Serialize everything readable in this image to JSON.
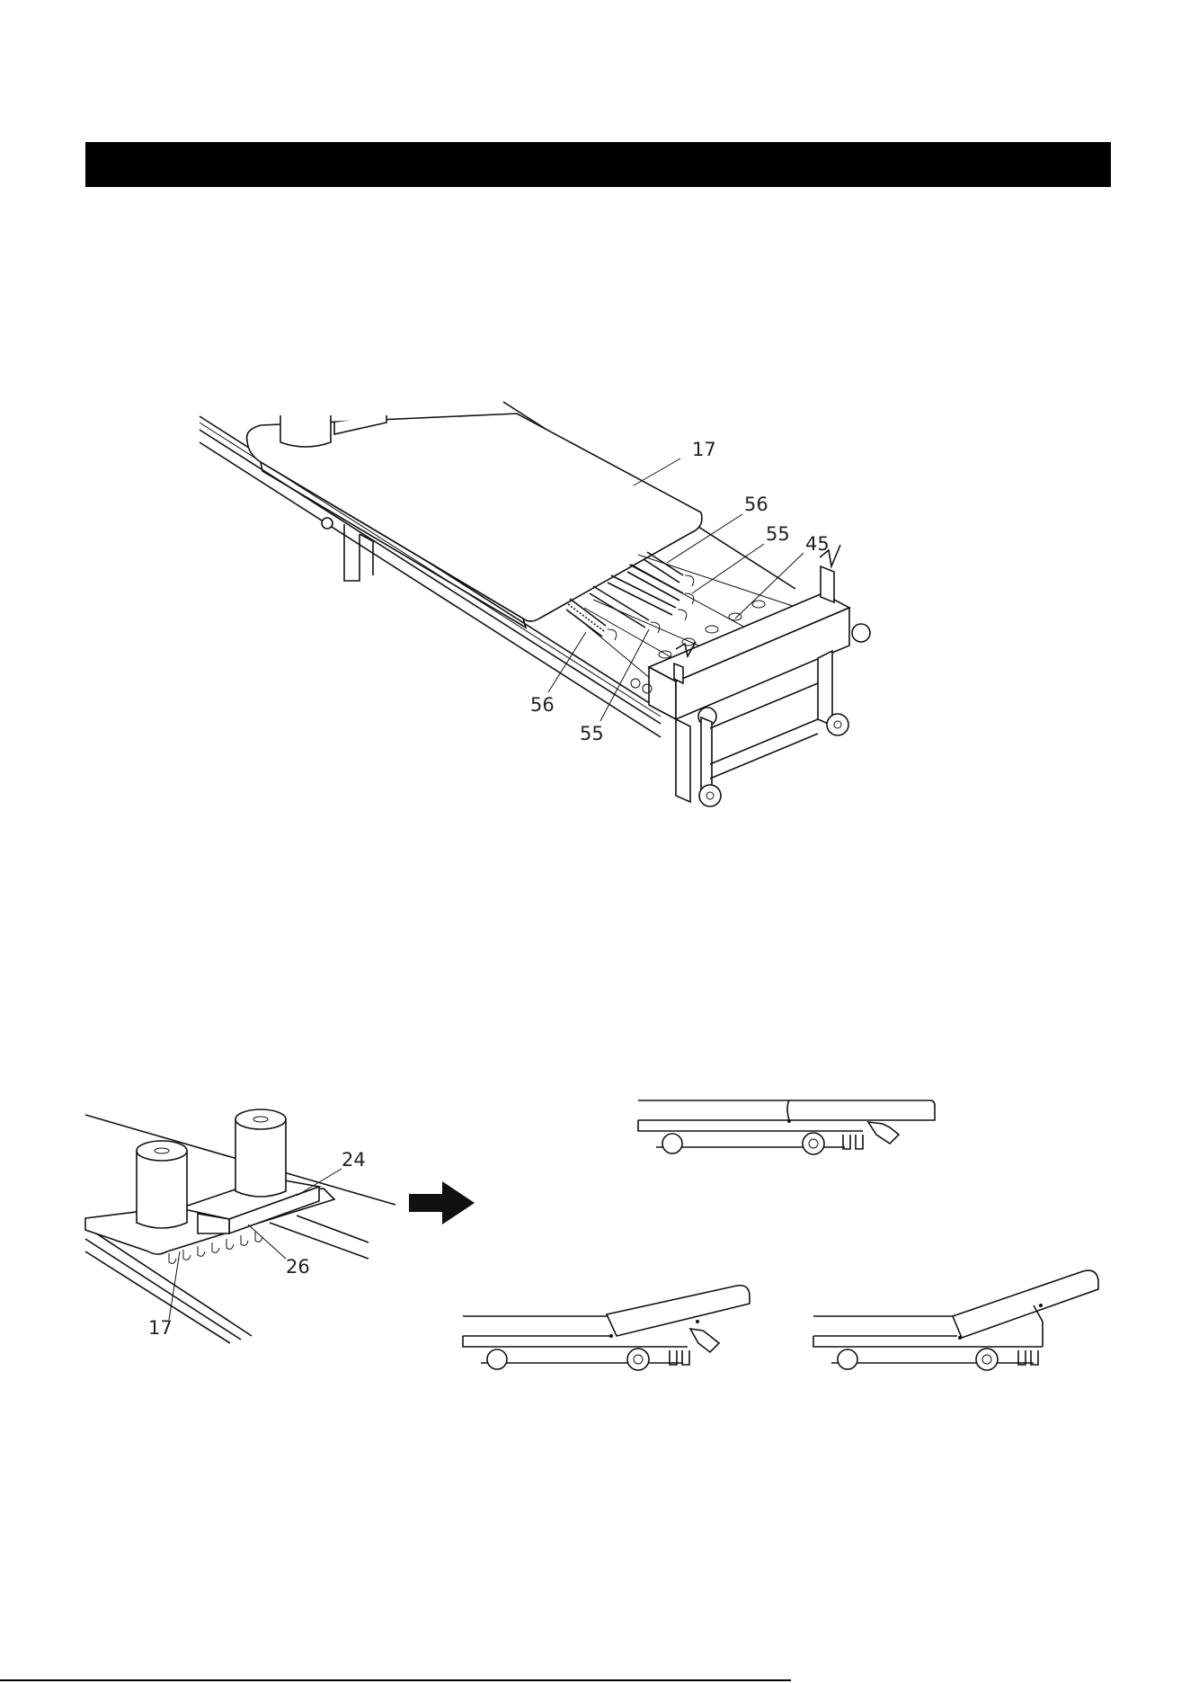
{
  "figure1": {
    "callouts": {
      "c17": "17",
      "c56a": "56",
      "c55a": "55",
      "c45": "45",
      "c56b": "56",
      "c55b": "55"
    }
  },
  "figure2": {
    "callouts": {
      "c24": "24",
      "c26": "26",
      "c17": "17"
    }
  }
}
